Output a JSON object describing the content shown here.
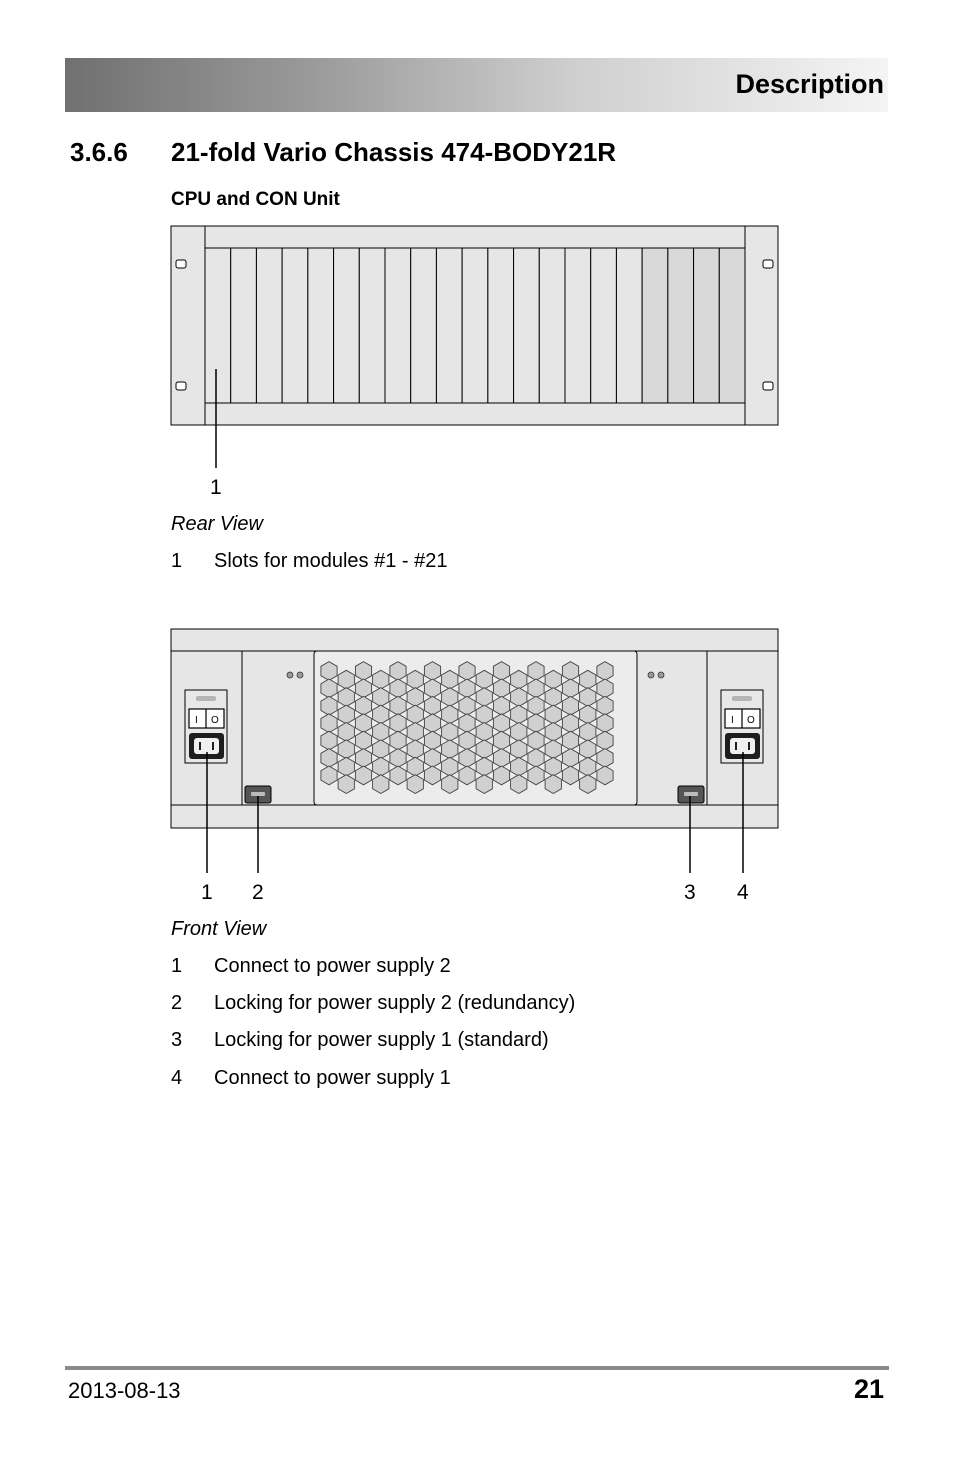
{
  "header": {
    "title": "Description"
  },
  "section": {
    "number": "3.6.6",
    "title": "21-fold Vario Chassis 474-BODY21R"
  },
  "subheading": "CPU and CON Unit",
  "rear_view": {
    "callouts": [
      "1"
    ],
    "caption": "Rear View",
    "legend": [
      {
        "num": "1",
        "text": "Slots for modules #1 - #21"
      }
    ]
  },
  "front_view": {
    "callouts": [
      "1",
      "2",
      "3",
      "4"
    ],
    "caption": "Front View",
    "switch_symbols": [
      "I",
      "O"
    ],
    "legend": [
      {
        "num": "1",
        "text": "Connect to power supply 2"
      },
      {
        "num": "2",
        "text": "Locking for power supply 2 (redundancy)"
      },
      {
        "num": "3",
        "text": "Locking for power supply 1 (standard)"
      },
      {
        "num": "4",
        "text": "Connect to power supply 1"
      }
    ]
  },
  "footer": {
    "date": "2013-08-13",
    "page": "21"
  }
}
